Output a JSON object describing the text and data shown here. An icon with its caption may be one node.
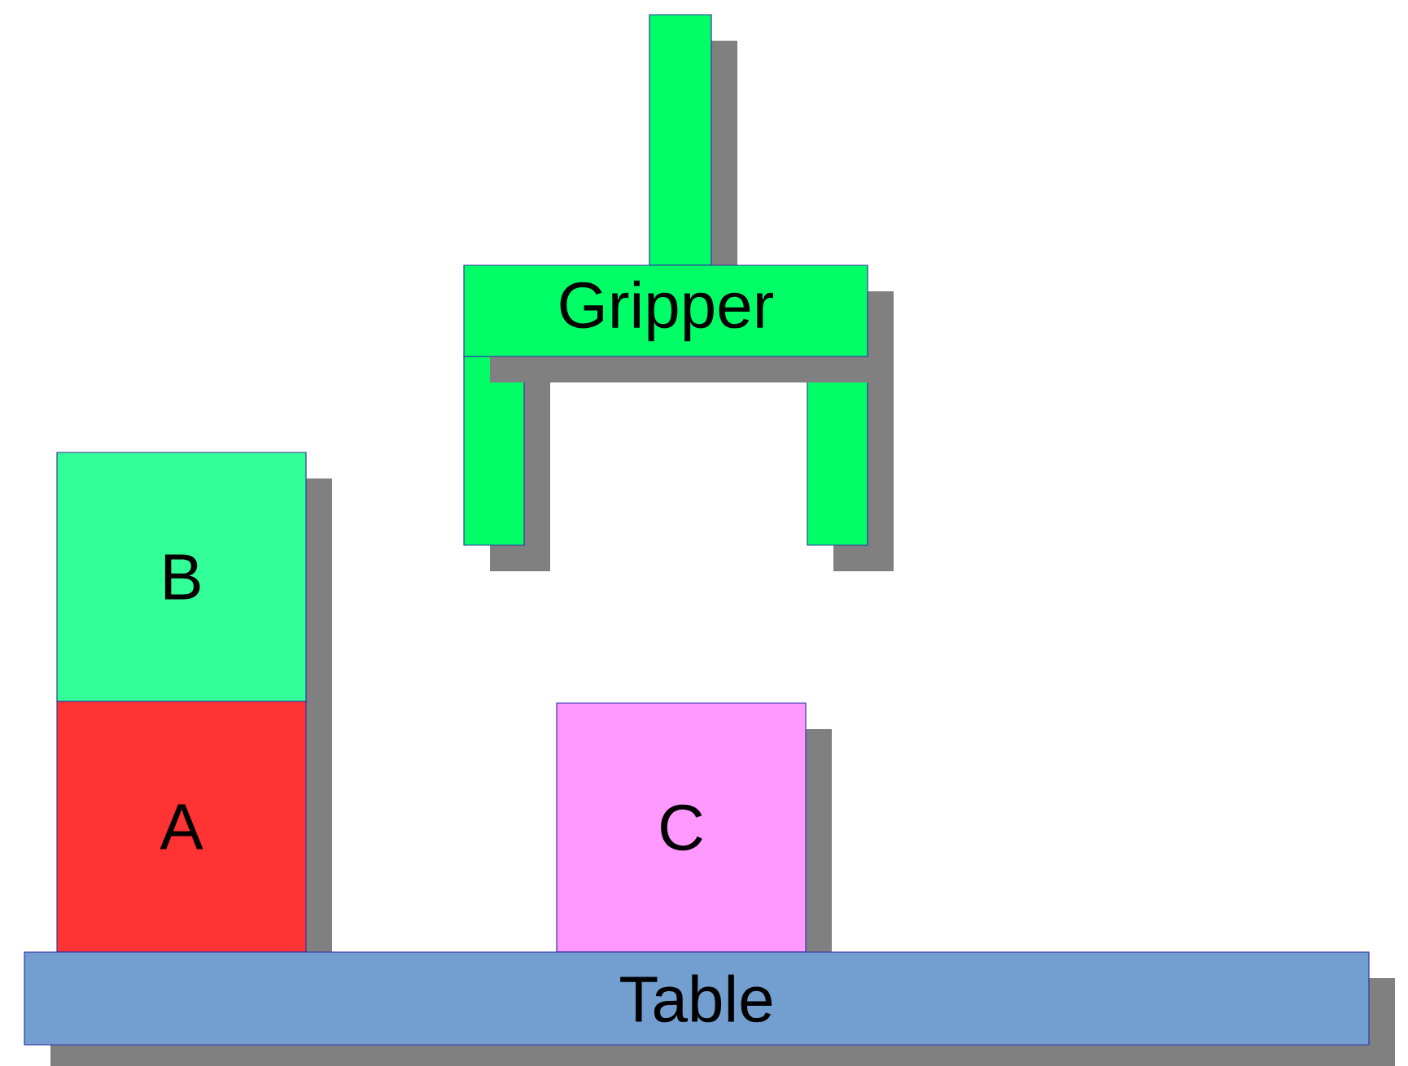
{
  "diagram": {
    "nodes": [
      {
        "text": [
          "Gripper"
        ]
      },
      {
        "text": [
          "B"
        ]
      },
      {
        "text": [
          "A"
        ]
      },
      {
        "text": [
          "C"
        ]
      },
      {
        "text": [
          "Table"
        ]
      }
    ]
  }
}
